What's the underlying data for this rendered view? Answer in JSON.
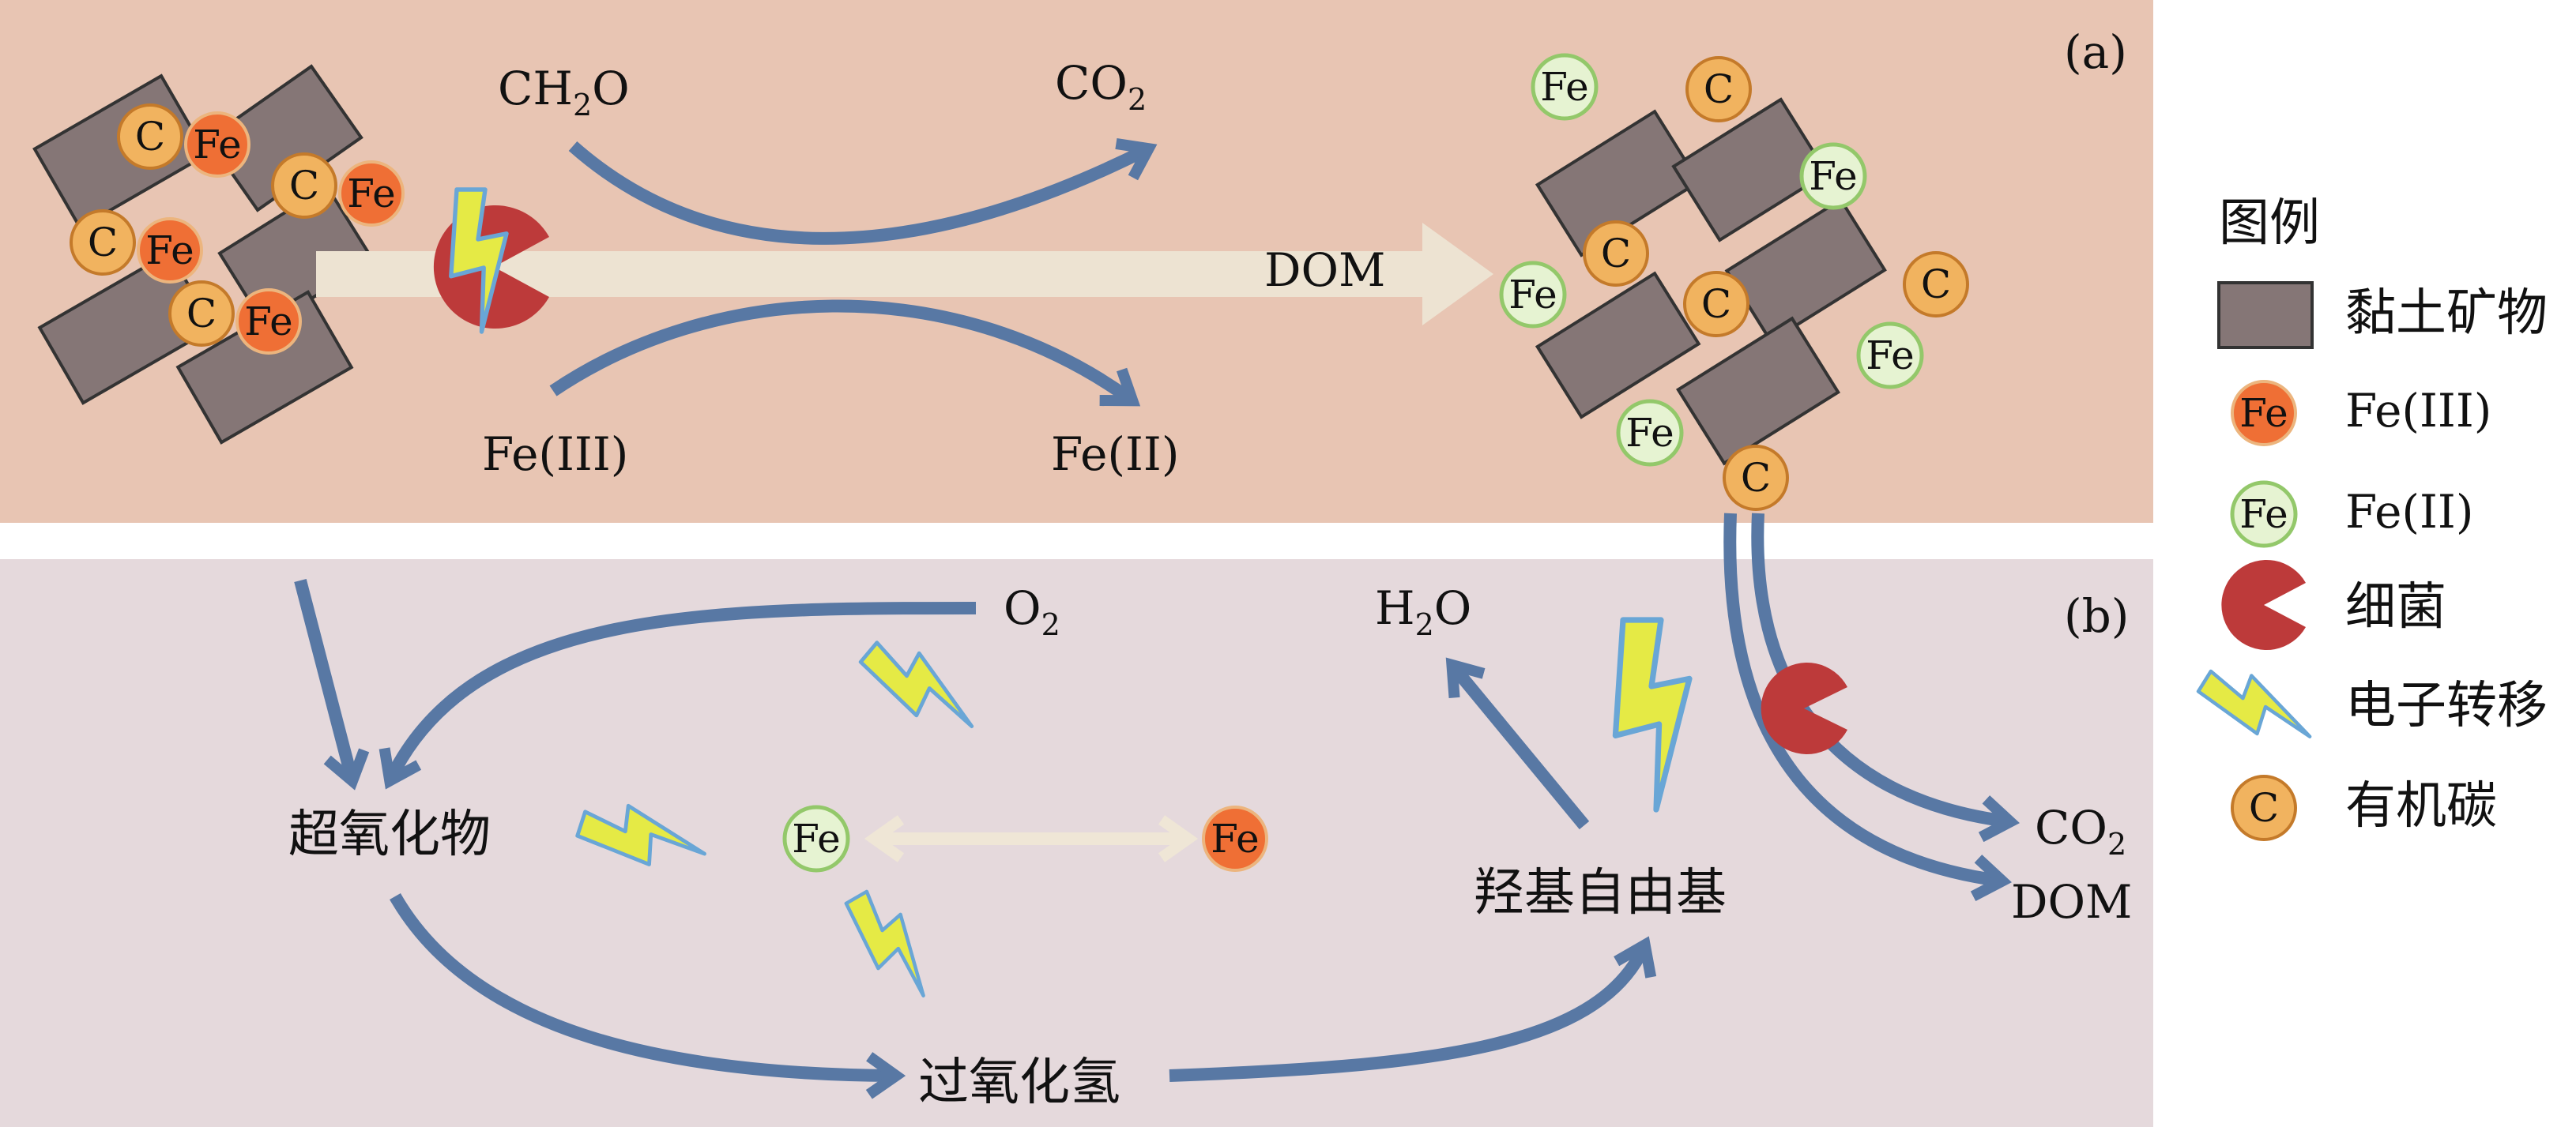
{
  "panel_a": {
    "tag": "(a)",
    "ch2o": "CH",
    "ch2o_sub": "2",
    "ch2o_tail": "O",
    "co2": "CO",
    "co2_sub": "2",
    "dom": "DOM",
    "fe3": "Fe(III)",
    "fe2": "Fe(II)"
  },
  "panel_b": {
    "tag": "(b)",
    "o2": "O",
    "o2_sub": "2",
    "h2o": "H",
    "h2o_sub": "2",
    "h2o_tail": "O",
    "superoxide": "超氧化物",
    "peroxide": "过氧化氢",
    "hydroxyl": "羟基自由基",
    "co2": "CO",
    "co2_sub": "2",
    "dom": "DOM"
  },
  "tokens": {
    "fe": "Fe",
    "c": "C"
  },
  "legend": {
    "title": "图例",
    "items": [
      {
        "icon": "clay-mineral-icon",
        "label": "黏土矿物"
      },
      {
        "icon": "fe3-token-icon",
        "label": "Fe(III)"
      },
      {
        "icon": "fe2-token-icon",
        "label": "Fe(II)"
      },
      {
        "icon": "bacteria-icon",
        "label": "细菌"
      },
      {
        "icon": "electron-transfer-icon",
        "label": "电子转移"
      },
      {
        "icon": "organic-carbon-icon",
        "label": "有机碳"
      }
    ]
  },
  "colors": {
    "panel_a_bg": "#e8c5b3",
    "panel_b_bg": "#e5d9dc",
    "arrow_blue": "#5878a4",
    "clay": "#857676",
    "fe3": "#ef6f35",
    "fe2": "#e6f3d2",
    "fe2_border": "#93c86a",
    "carbon": "#f1b35f",
    "carbon_border": "#c47a2a",
    "bacteria": "#bd3a3a",
    "bolt": "#e5ea45",
    "bolt_border": "#69a6d6",
    "dom_band": "#ede3d2"
  }
}
